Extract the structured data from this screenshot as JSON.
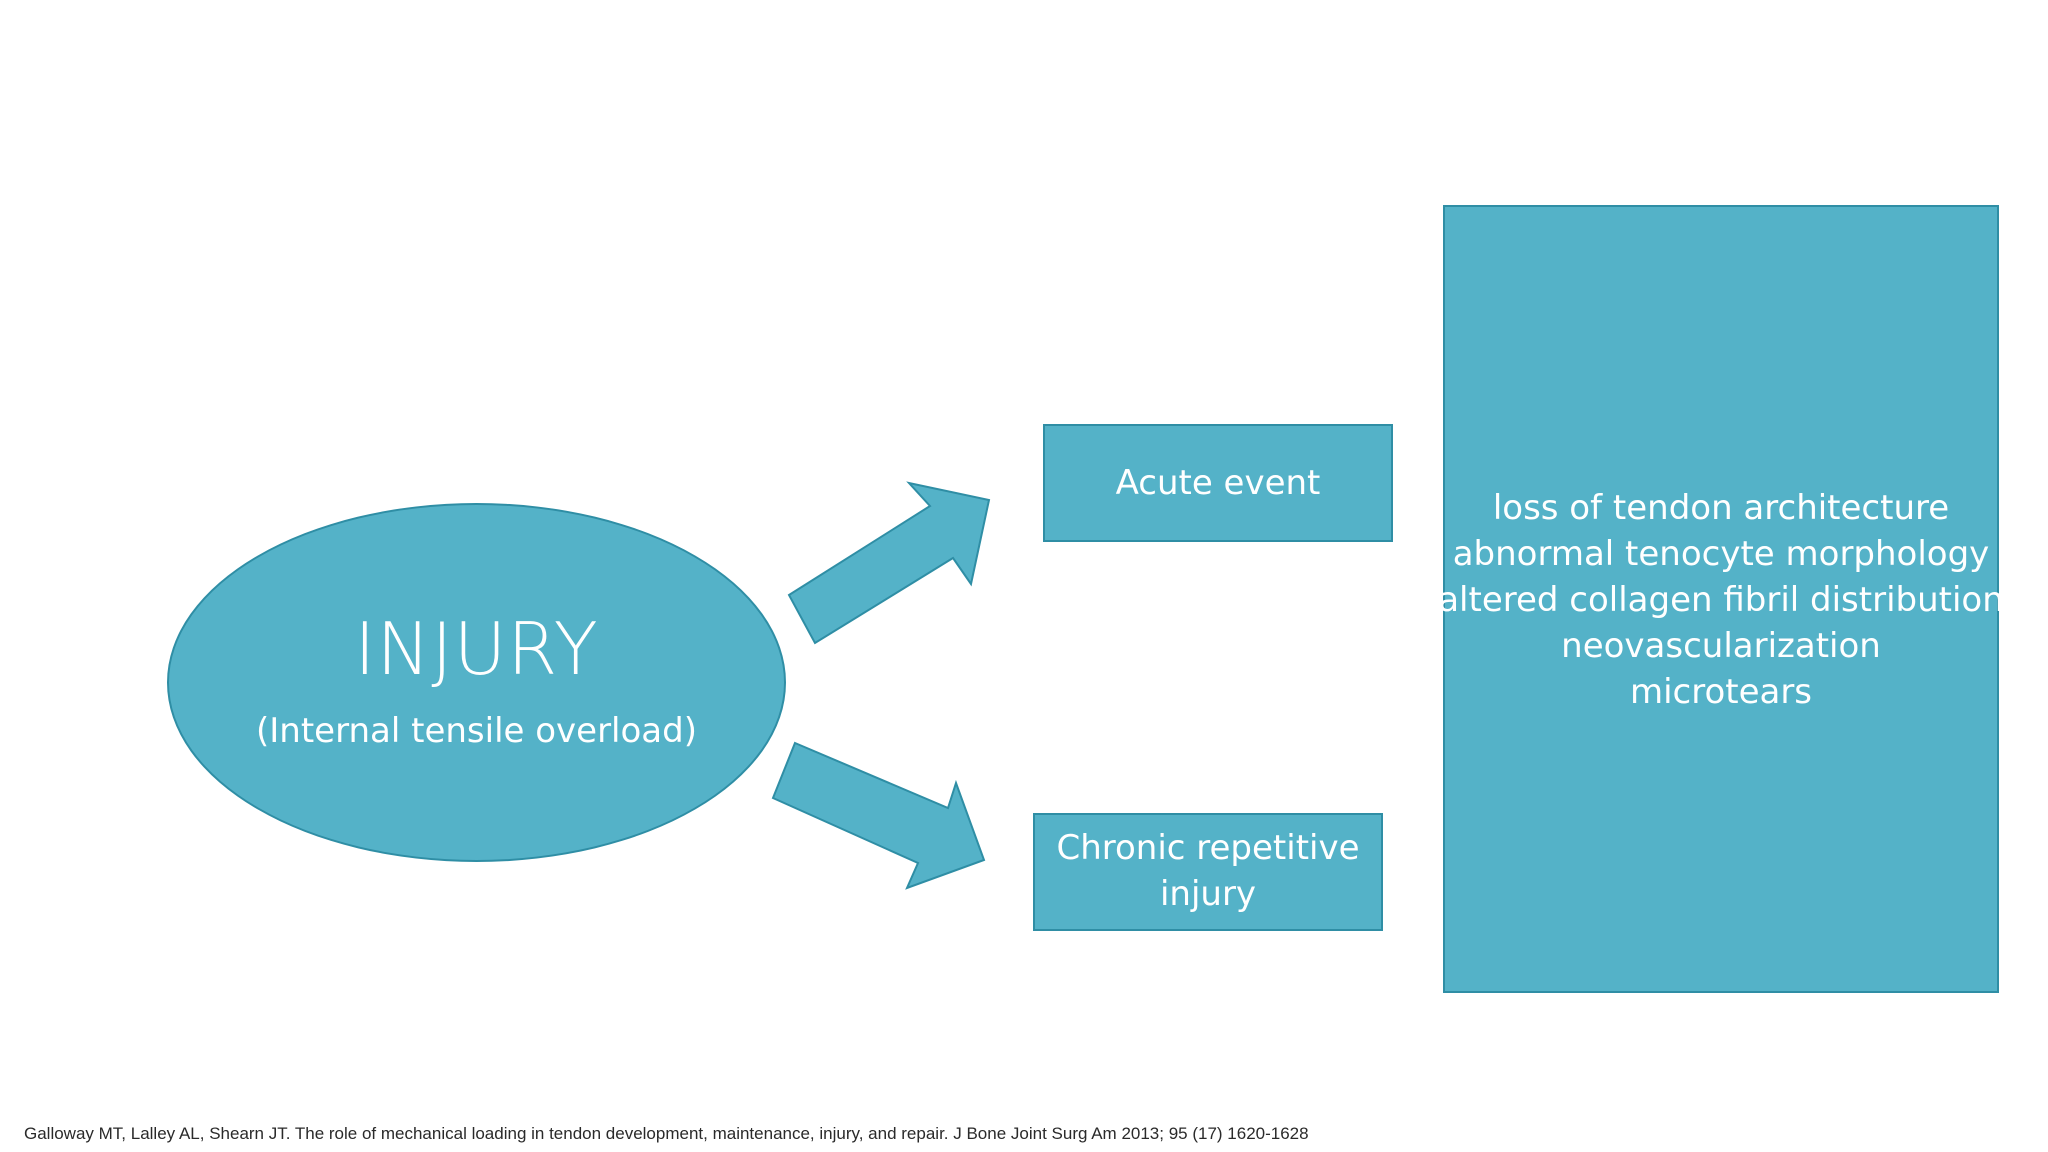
{
  "colors": {
    "shape_fill": "#54b2c8",
    "shape_outline": "#2f8ea5",
    "shape_text": "#ffffff",
    "background": "#ffffff",
    "citation_text": "#2a2a2a"
  },
  "injury": {
    "title": "INJURY",
    "subtitle": "(Internal tensile overload)"
  },
  "acute": {
    "label": "Acute event"
  },
  "chronic": {
    "label": "Chronic repetitive injury"
  },
  "effects": [
    "loss of tendon architecture",
    "abnormal tenocyte morphology",
    "altered collagen fibril distribution",
    "neovascularization",
    "microtears"
  ],
  "citation": "Galloway MT, Lalley AL, Shearn JT. The role of mechanical loading in tendon development, maintenance, injury, and repair. J Bone Joint Surg Am 2013; 95 (17) 1620-1628"
}
